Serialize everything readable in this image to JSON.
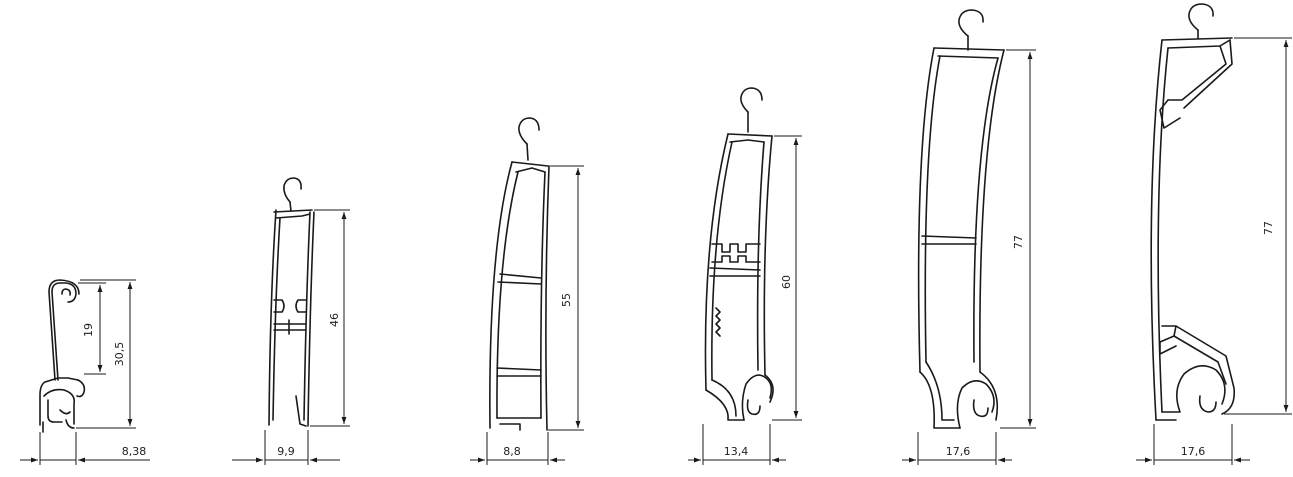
{
  "profiles": [
    {
      "id": "p1",
      "height_label": "30,5",
      "inner_label": "19",
      "width_label": "8,38"
    },
    {
      "id": "p2",
      "height_label": "46",
      "width_label": "9,9"
    },
    {
      "id": "p3",
      "height_label": "55",
      "width_label": "8,8"
    },
    {
      "id": "p4",
      "height_label": "60",
      "width_label": "13,4"
    },
    {
      "id": "p5",
      "height_label": "77",
      "width_label": "17,6"
    },
    {
      "id": "p6",
      "height_label": "77",
      "width_label": "17,6"
    }
  ]
}
